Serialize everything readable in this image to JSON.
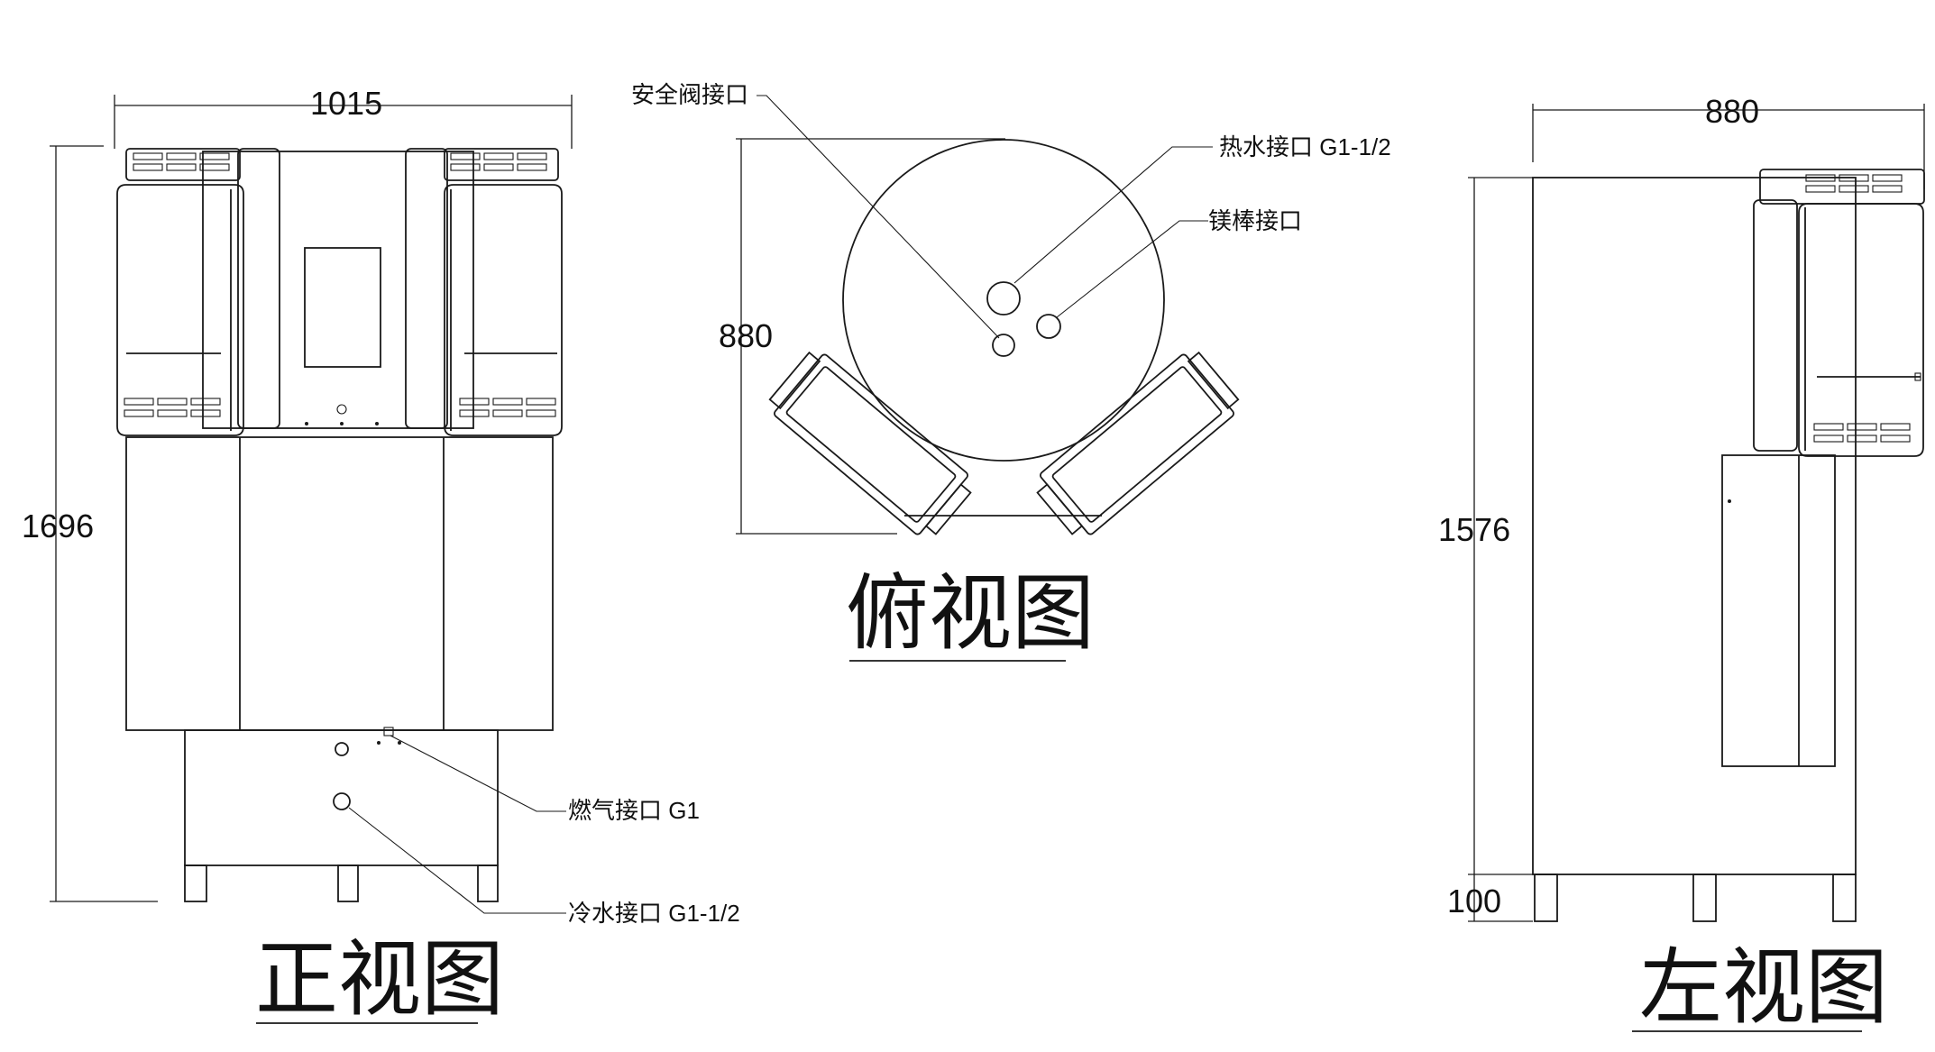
{
  "dimensions": {
    "front_width": "1015",
    "front_height": "1696",
    "top_depth": "880",
    "side_width": "880",
    "side_height": "1576",
    "leg_height": "100"
  },
  "callouts": {
    "safety_valve": "安全阀接口",
    "hot_water": "热水接口 G1-1/2",
    "anode_rod": "镁棒接口",
    "gas": "燃气接口 G1",
    "cold_water": "冷水接口 G1-1/2"
  },
  "view_titles": {
    "front": "正视图",
    "top": "俯视图",
    "left": "左视图"
  }
}
